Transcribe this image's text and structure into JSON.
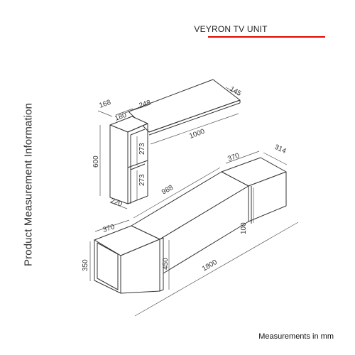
{
  "header": {
    "title": "VEYRON TV UNIT",
    "accent_color": "#e10600"
  },
  "side_title": "Product Measurement Information",
  "footer": "Measurements in mm",
  "dimensions": {
    "shelf_depth": "145",
    "shelf_side": "248",
    "shelf_length": "1000",
    "cabinet_depth": "168",
    "cabinet_width": "180",
    "cabinet_height": "600",
    "compartment_upper": "273",
    "compartment_lower": "273",
    "cabinet_base": "220",
    "box_length": "370",
    "box_depth": "314",
    "middle_length": "988",
    "drop": "100",
    "left_box_length": "370",
    "left_box_height": "350",
    "panel_height": "450",
    "total_length": "1800"
  }
}
